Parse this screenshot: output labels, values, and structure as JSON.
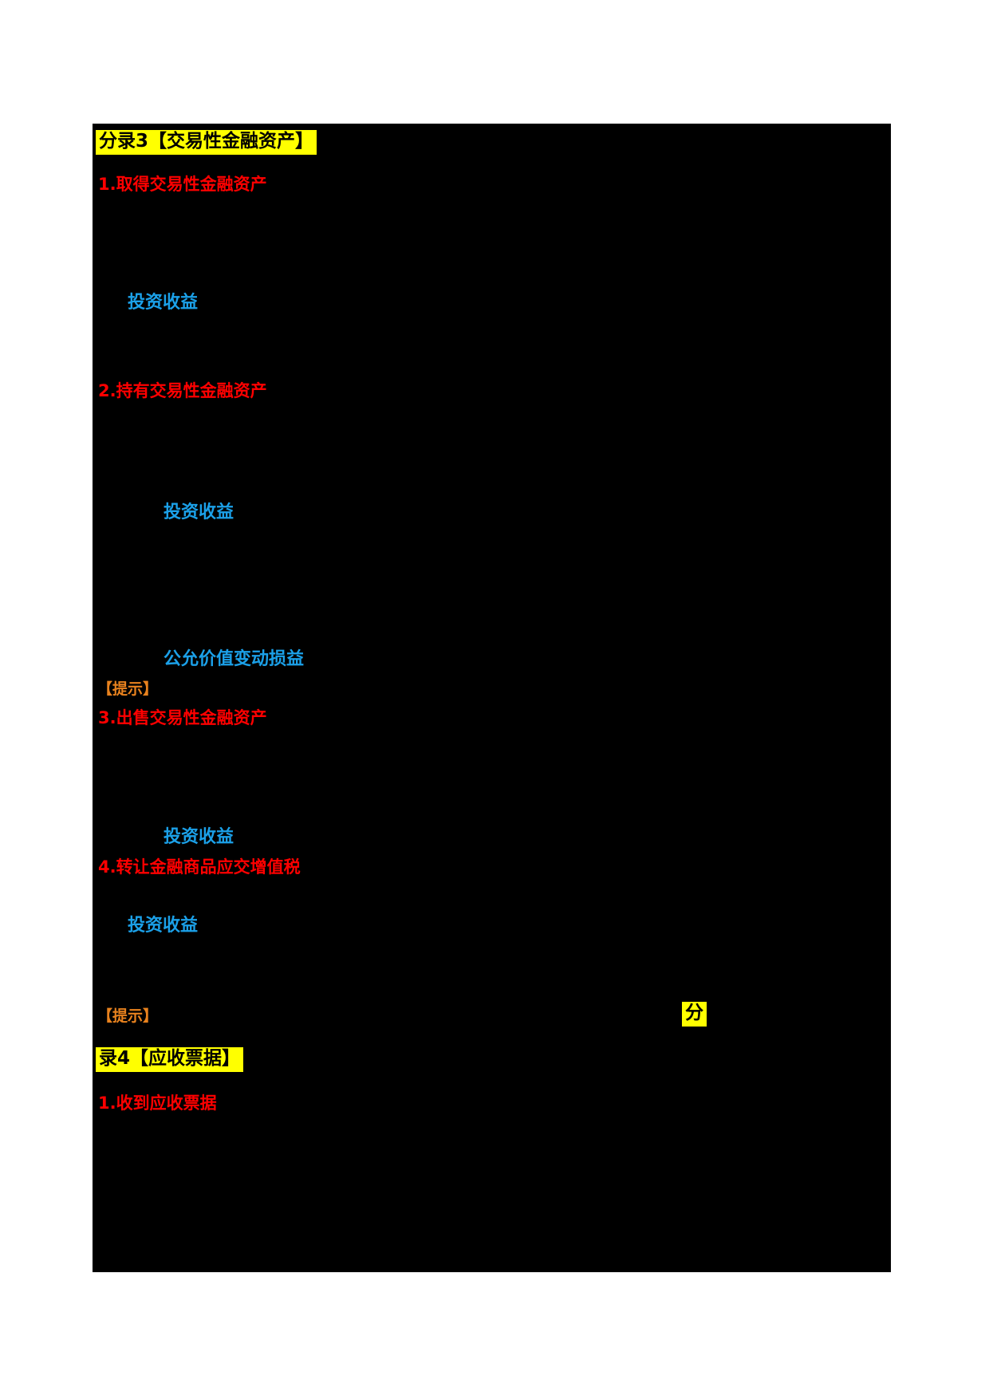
{
  "page": {
    "background_color": "#ffffff",
    "content_block_color": "#000000",
    "highlight_color": "#ffff00",
    "heading_color": "#ff0000",
    "account_color": "#1ba0e8",
    "tip_color": "#e8821e"
  },
  "content": {
    "entry3_title": "分录3【交易性金融资产】",
    "section1_heading": "1.取得交易性金融资产",
    "section1_account": "投资收益",
    "section2_heading": "2.持有交易性金融资产",
    "section2_account_1": "投资收益",
    "section2_account_2": "公允价值变动损益",
    "tip_1": "【提示】",
    "section3_heading": "3.出售交易性金融资产",
    "section3_account": "投资收益",
    "section4_heading": "4.转让金融商品应交增值税",
    "section4_account": "投资收益",
    "tip_2": "【提示】",
    "entry4_title_part1": "分",
    "entry4_title_part2": "录4【应收票据】",
    "section5_heading": "1.收到应收票据"
  }
}
